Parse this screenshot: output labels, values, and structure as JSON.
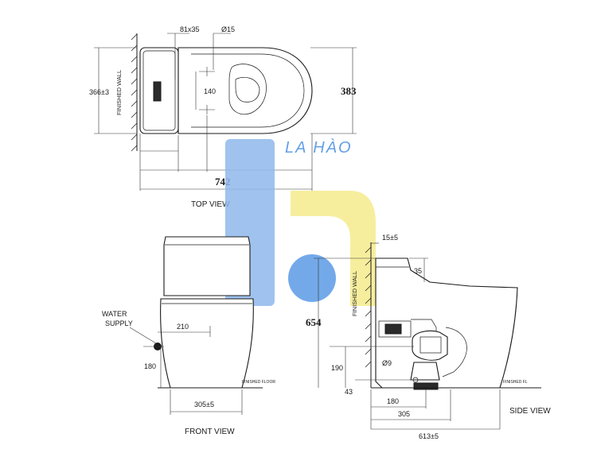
{
  "top_view": {
    "label": "TOP VIEW",
    "wall_label": "FINISHED WALL",
    "dims": {
      "tank_size": "81x35",
      "hole_dia": "Ø15",
      "depth": "366±3",
      "hole_spacing": "140",
      "width": "383",
      "length": "742"
    }
  },
  "front_view": {
    "label": "FRONT VIEW",
    "water_supply": "WATER\nSUPPLY",
    "floor_label": "FINISHED FLOOR",
    "dims": {
      "offset": "210",
      "supply_height": "180",
      "base_width": "305±5"
    }
  },
  "side_view": {
    "label": "SIDE VIEW",
    "wall_label": "FINISHED WALL",
    "floor_label": "FINISHED FL",
    "dims": {
      "gap": "15±5",
      "lid": "35",
      "height": "654",
      "outlet_height": "190",
      "outlet_dia": "Ø9",
      "outlet_low": "43",
      "d180": "180",
      "d305": "305",
      "d613": "613±5"
    }
  },
  "watermark": {
    "text": "LA HÀO",
    "blue": "#4a90e2",
    "yellow": "#f5ec8c"
  }
}
